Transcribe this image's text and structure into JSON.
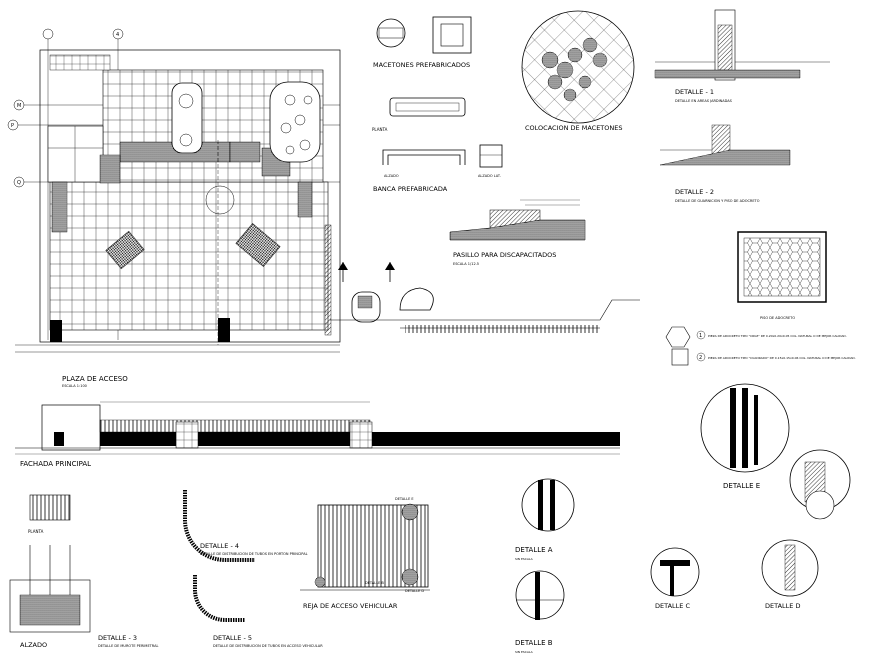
{
  "title_plaza": "PLAZA  DE  ACCESO",
  "title_fachada": "FACHADA  PRINCIPAL",
  "title_macetones": "MACETONES  PREFABRICADOS",
  "title_colocacion": "COLOCACION  DE  MACETONES",
  "title_planta": "PLANTA",
  "title_alzado_small": "ALZADO",
  "title_alzado_lat": "ALZADO LAT.",
  "title_banca": "BANCA  PREFABRICADA",
  "title_pasillo": "PASILLO  PARA  DISCAPACITADOS",
  "title_pasillo_scale": "ESCALA 1/12.5",
  "title_det1": "DETALLE  -  1",
  "det1_sub": "DETALLE EN AREAS JARDINADAS",
  "title_det2": "DETALLE  -  2",
  "det2_sub": "DETALLE DE GUARNICION Y PISO DE ADOCRETO",
  "title_piso": "PISO DE ADOCRETO",
  "legend_1": "PIEZA DE ADOCRETO TIPO \"CRUZ\" DE 0.20x0.20x0.05 COL. NATURAL O DE MEJOR CALIDAD.",
  "legend_2": "PIEZA DE ADOCRETO TIPO \"CUADRADO\" DE 0.15x0.15x0.06 COL. NATURAL O DE MEJOR CALIDAD.",
  "legend_num_1": "1",
  "legend_num_2": "2",
  "title_det_e": "DETALLE  E",
  "title_det_a": "DETALLE  A",
  "title_det_b": "DETALLE  B",
  "title_det_c": "DETALLE  C",
  "title_det_d": "DETALLE  D",
  "title_det_3": "DETALLE  -  3",
  "det3_sub": "DETALLE DE MUROTE PERIMETRAL",
  "title_det_4": "DETALLE  -  4",
  "det4_sub": "DETALLE DE DISTRIBUCION DE TUBOS EN PORTON PRINCIPAL",
  "title_det_5": "DETALLE  -  5",
  "det5_sub": "DETALLE DE DISTRIBUCION DE TUBOS EN ACCESO VEHICULAR",
  "title_reja": "REJA  DE  ACCESO  VEHICULAR",
  "title_alzado": "ALZADO",
  "title_planta_small": "PLANTA",
  "label_detalle_b": "DETALLE  B",
  "label_detalle_d": "DETALLE  D",
  "label_detalle_e": "DETALLE  E",
  "sin_escala": "SIN ESCALA",
  "grid_4": "4",
  "grid_m": "M",
  "grid_p": "P",
  "grid_q": "Q",
  "note_small": "ESCALA 1:100",
  "colors": {
    "line": "#000000",
    "bg": "#ffffff"
  }
}
